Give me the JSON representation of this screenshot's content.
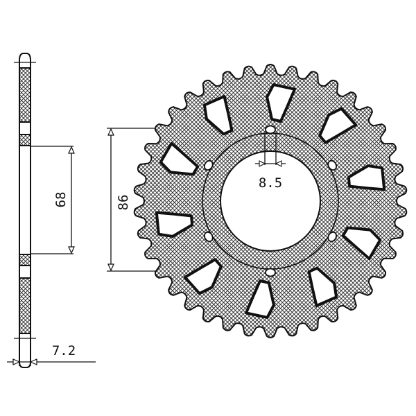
{
  "drawing": {
    "subject": "Rear chain sprocket technical drawing",
    "views": [
      "side-profile",
      "front-view"
    ],
    "line_color": "#111111",
    "fill_pattern": "crosshatch",
    "background": "#ffffff"
  },
  "sprocket": {
    "teeth": 38,
    "bolt_holes": 6,
    "lightening_cutouts": 10
  },
  "dimensions": {
    "thickness": {
      "value": "7.2",
      "unit": "mm",
      "label": "7.2"
    },
    "center_bore": {
      "value": "68",
      "unit": "mm",
      "label": "68"
    },
    "bolt_circle": {
      "value": "86",
      "unit": "mm",
      "label": "86"
    },
    "bolt_hole": {
      "value": "8.5",
      "unit": "mm",
      "label": "8.5"
    }
  }
}
